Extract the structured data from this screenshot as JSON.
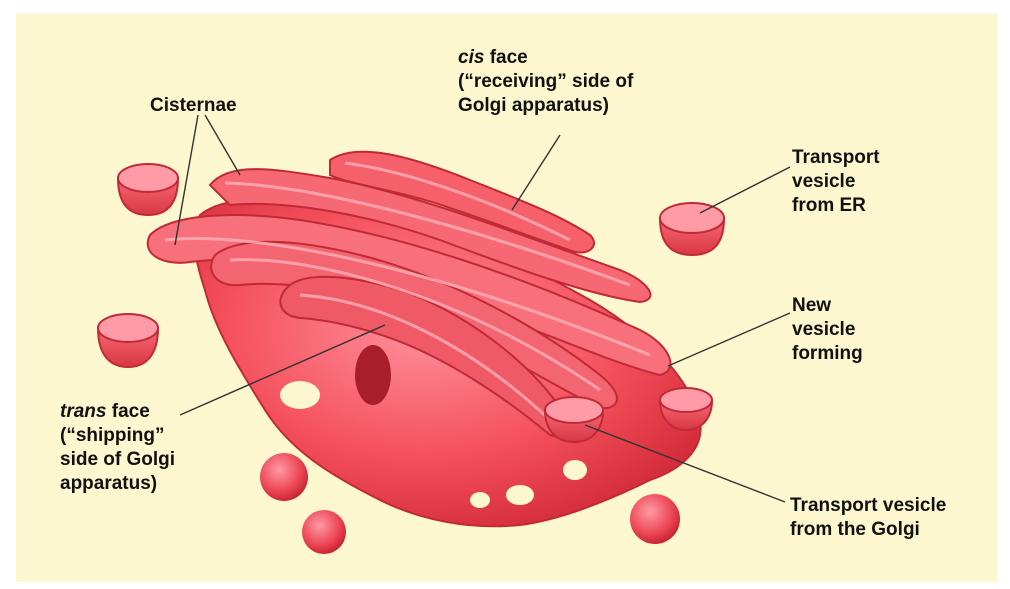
{
  "labels": {
    "cisternae": "Cisternae",
    "cis_face": {
      "italic": "cis",
      "line1_rest": " face",
      "line2": "(“receiving” side of",
      "line3": "Golgi apparatus)"
    },
    "transport_vesicle_er": {
      "line1": "Transport",
      "line2": "vesicle",
      "line3": "from ER"
    },
    "new_vesicle": {
      "line1": "New",
      "line2": "vesicle",
      "line3": "forming"
    },
    "trans_face": {
      "italic": "trans",
      "line1_rest": " face",
      "line2": "(“shipping”",
      "line3": "side of Golgi",
      "line4": "apparatus)"
    },
    "transport_vesicle_golgi": {
      "line1": "Transport vesicle",
      "line2": "from the Golgi"
    }
  },
  "colors": {
    "background": "#fdf7cf",
    "membrane": "#f4626c",
    "membrane_dark": "#d8333f",
    "membrane_light": "#ff9aa8",
    "leader_line": "#333333"
  }
}
